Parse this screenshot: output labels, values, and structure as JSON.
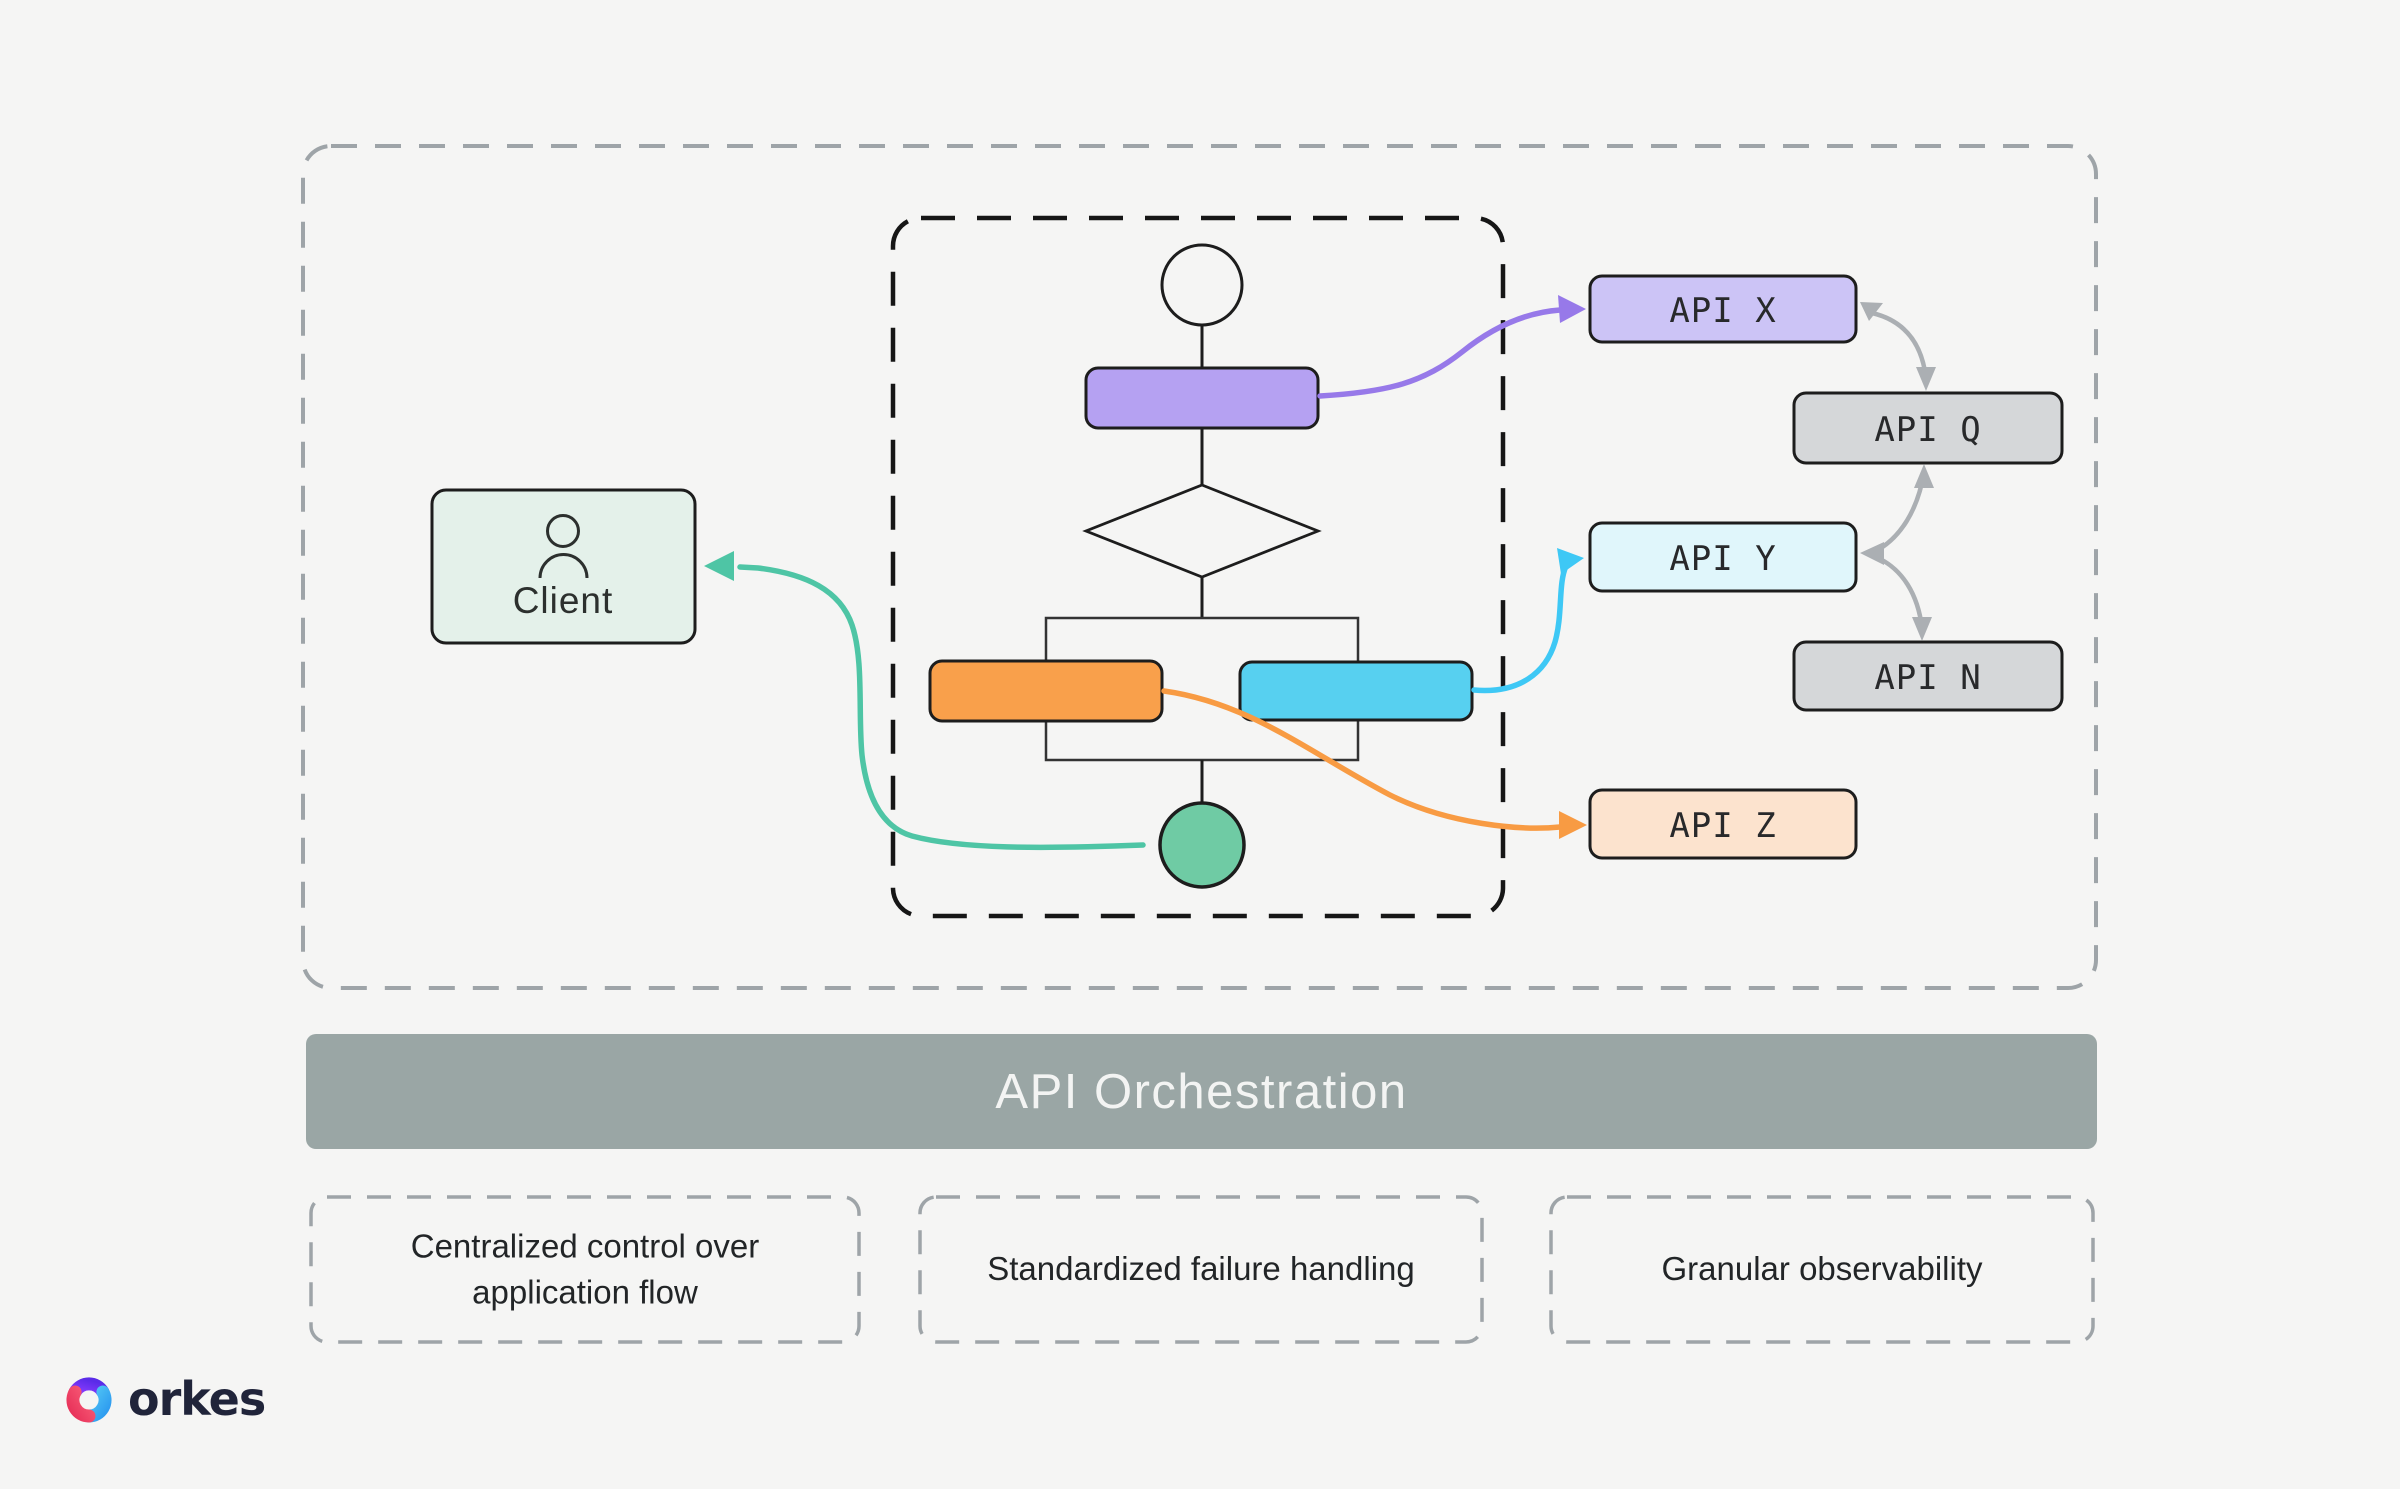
{
  "client": {
    "label": "Client"
  },
  "apis": [
    {
      "label": "API X"
    },
    {
      "label": "API Q"
    },
    {
      "label": "API Y"
    },
    {
      "label": "API N"
    },
    {
      "label": "API Z"
    }
  ],
  "banner": {
    "title": "API Orchestration"
  },
  "benefits": [
    {
      "label": "Centralized control over application flow"
    },
    {
      "label": "Standardized failure handling"
    },
    {
      "label": "Granular observability"
    }
  ],
  "logo": {
    "text": "orkes"
  },
  "colors": {
    "background": "#F5F5F4",
    "outer_dash": "#9EA4A8",
    "inner_dash": "#161616",
    "node_stroke": "#1D1D1D",
    "fork_stroke": "#333333",
    "task_purple": "#B5A1F2",
    "task_orange": "#F9A04B",
    "task_cyan": "#57D0F0",
    "end_green": "#6FCBA4",
    "client_fill": "#E4F1EA",
    "api_x_fill": "#CCC4F6",
    "api_gray_fill": "#D5D7D9",
    "api_y_fill": "#E0F6FB",
    "api_z_fill": "#FCE3CE",
    "banner_fill": "#9AA6A5",
    "banner_text": "#F3F4F3",
    "arrow_purple": "#9779E9",
    "arrow_cyan": "#3EC8F5",
    "arrow_orange": "#F89B43",
    "arrow_teal": "#4EC5A5",
    "arrow_gray": "#ABAFB3",
    "icon_stroke": "#2C302E"
  }
}
